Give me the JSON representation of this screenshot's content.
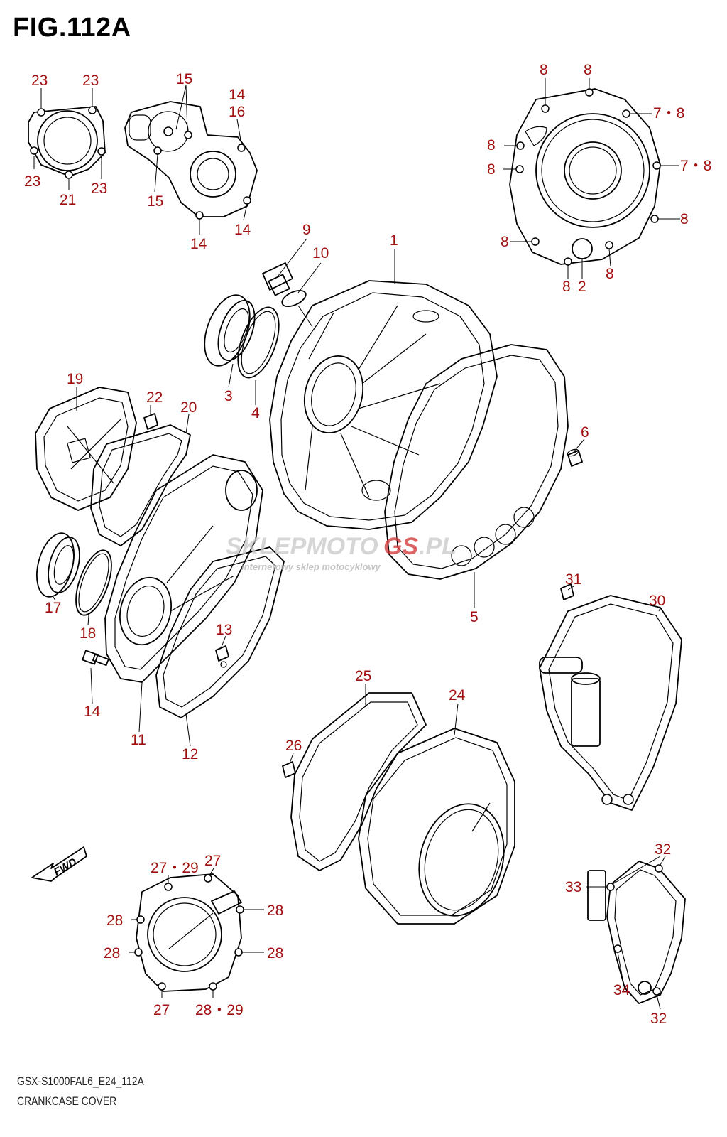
{
  "figure": {
    "title": "FIG.112A"
  },
  "footer": {
    "model_code": "GSX-S1000FAL6_E24_112A",
    "caption": "CRANKCASE COVER"
  },
  "watermark": {
    "brand_part1": "SKLEPMOTO",
    "brand_part2": "GS",
    "brand_suffix": ".PL",
    "tagline": "internetowy sklep motocyklowy"
  },
  "fwd_label": "FWD",
  "callouts": [
    {
      "id": "c23a",
      "text": "23"
    },
    {
      "id": "c23b",
      "text": "23"
    },
    {
      "id": "c23c",
      "text": "23"
    },
    {
      "id": "c21",
      "text": "21"
    },
    {
      "id": "c23d",
      "text": "23"
    },
    {
      "id": "c15a",
      "text": "15"
    },
    {
      "id": "c14a",
      "text": "14"
    },
    {
      "id": "c16",
      "text": "16"
    },
    {
      "id": "c15b",
      "text": "15"
    },
    {
      "id": "c14b",
      "text": "14"
    },
    {
      "id": "c14c",
      "text": "14"
    },
    {
      "id": "c8a",
      "text": "8"
    },
    {
      "id": "c8b",
      "text": "8"
    },
    {
      "id": "c78a",
      "text": "7・8"
    },
    {
      "id": "c8c",
      "text": "8"
    },
    {
      "id": "c78b",
      "text": "7・8"
    },
    {
      "id": "c8d",
      "text": "8"
    },
    {
      "id": "c8e",
      "text": "8"
    },
    {
      "id": "c8f",
      "text": "8"
    },
    {
      "id": "c8g",
      "text": "8"
    },
    {
      "id": "c2",
      "text": "2"
    },
    {
      "id": "c8h",
      "text": "8"
    },
    {
      "id": "c9",
      "text": "9"
    },
    {
      "id": "c10",
      "text": "10"
    },
    {
      "id": "c1",
      "text": "1"
    },
    {
      "id": "c3",
      "text": "3"
    },
    {
      "id": "c4",
      "text": "4"
    },
    {
      "id": "c19",
      "text": "19"
    },
    {
      "id": "c22",
      "text": "22"
    },
    {
      "id": "c20",
      "text": "20"
    },
    {
      "id": "c6",
      "text": "6"
    },
    {
      "id": "c17",
      "text": "17"
    },
    {
      "id": "c18",
      "text": "18"
    },
    {
      "id": "c13",
      "text": "13"
    },
    {
      "id": "c14d",
      "text": "14"
    },
    {
      "id": "c11",
      "text": "11"
    },
    {
      "id": "c12",
      "text": "12"
    },
    {
      "id": "c5",
      "text": "5"
    },
    {
      "id": "c31",
      "text": "31"
    },
    {
      "id": "c30",
      "text": "30"
    },
    {
      "id": "c25",
      "text": "25"
    },
    {
      "id": "c24",
      "text": "24"
    },
    {
      "id": "c26",
      "text": "26"
    },
    {
      "id": "c2729a",
      "text": "27・29"
    },
    {
      "id": "c27a",
      "text": "27"
    },
    {
      "id": "c28a",
      "text": "28"
    },
    {
      "id": "c28b",
      "text": "28"
    },
    {
      "id": "c28c",
      "text": "28"
    },
    {
      "id": "c28d",
      "text": "28"
    },
    {
      "id": "c27b",
      "text": "27"
    },
    {
      "id": "c2829",
      "text": "28・29"
    },
    {
      "id": "c32a",
      "text": "32"
    },
    {
      "id": "c33",
      "text": "33"
    },
    {
      "id": "c34",
      "text": "34"
    },
    {
      "id": "c32b",
      "text": "32"
    }
  ],
  "colors": {
    "callout": "#a01010",
    "linework": "#000000",
    "watermark_gray": "#c8c8c8",
    "watermark_red": "#d03030"
  }
}
